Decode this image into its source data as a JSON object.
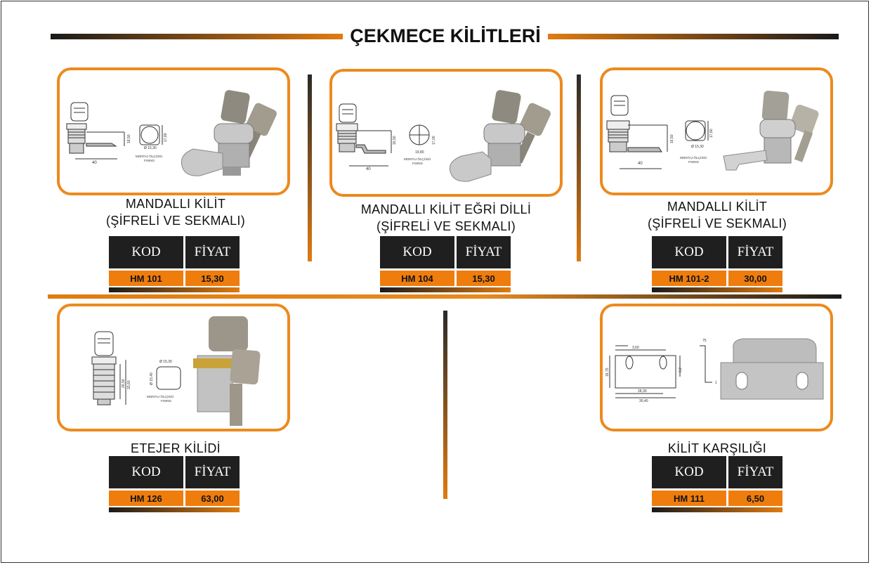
{
  "page": {
    "title": "ÇEKMECE KİLİTLERİ",
    "accent_color": "#ec8a1e",
    "dark_color": "#1f1f1f"
  },
  "table_headers": {
    "kod": "KOD",
    "fiyat": "FİYAT"
  },
  "drawing_labels": {
    "fixing": "MONTAJ ÖLÇÜSÜ",
    "fixing_en": "FIXING",
    "dim_40": "40",
    "dim_1850": "18,50",
    "dim_1780": "17,80",
    "dim_1650": "16,50",
    "dim_1700": "17,00",
    "dim_1980": "19,80",
    "dim_1530": "Ø 15,30",
    "dim_1540": "Ø 15,40",
    "dim_2650": "26,50",
    "dim_3360": "33,60",
    "dim_360": "3,60",
    "dim_2830": "28,30",
    "dim_3040": "30,40",
    "dim_1875": "18,75",
    "dim_75": "75",
    "dim_62": "6,2",
    "dim_1": "1"
  },
  "products": [
    {
      "name_line1": "MANDALLI KİLİT",
      "name_line2": "(ŞİFRELİ VE SEKMALI)",
      "kod": "HM 101",
      "fiyat": "15,30"
    },
    {
      "name_line1": "MANDALLI KİLİT EĞRİ DİLLİ",
      "name_line2": "(ŞİFRELİ VE SEKMALI)",
      "kod": "HM 104",
      "fiyat": "15,30"
    },
    {
      "name_line1": "MANDALLI KİLİT",
      "name_line2": "(ŞİFRELİ VE SEKMALI)",
      "kod": "HM 101-2",
      "fiyat": "30,00"
    },
    {
      "name_line1": "ETEJER KİLİDİ",
      "name_line2": "",
      "kod": "HM 126",
      "fiyat": "63,00"
    },
    {
      "name_line1": "KİLİT KARŞILIĞI",
      "name_line2": "",
      "kod": "HM 111",
      "fiyat": "6,50"
    }
  ]
}
